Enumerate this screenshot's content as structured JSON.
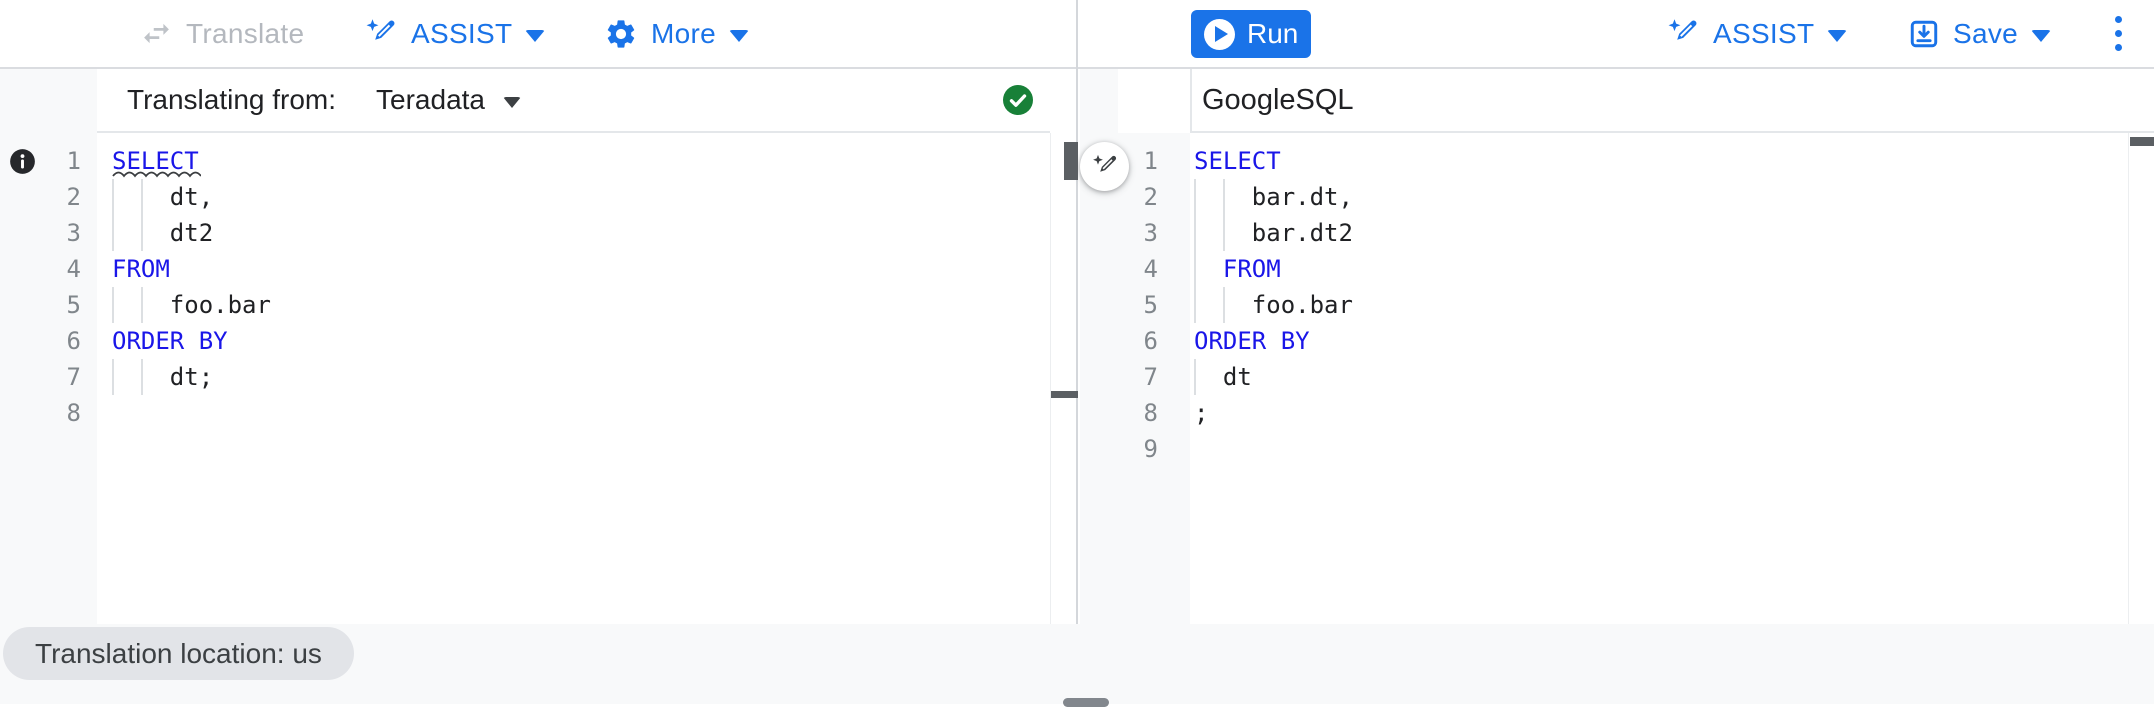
{
  "toolbar": {
    "translate_label": "Translate",
    "assist_label": "ASSIST",
    "more_label": "More",
    "run_label": "Run",
    "assist_right_label": "ASSIST",
    "save_label": "Save"
  },
  "left_panel": {
    "header_prefix": "Translating from:",
    "dialect": "Teradata",
    "status": "valid",
    "code": [
      {
        "num": "1",
        "text": "SELECT",
        "kw": true,
        "squiggle": true,
        "guides": []
      },
      {
        "num": "2",
        "text": "    dt,",
        "kw": false,
        "squiggle": false,
        "guides": [
          0,
          2
        ]
      },
      {
        "num": "3",
        "text": "    dt2",
        "kw": false,
        "squiggle": false,
        "guides": [
          0,
          2
        ]
      },
      {
        "num": "4",
        "text": "FROM",
        "kw": true,
        "squiggle": false,
        "guides": []
      },
      {
        "num": "5",
        "text": "    foo.bar",
        "kw": false,
        "squiggle": false,
        "guides": [
          0,
          2
        ]
      },
      {
        "num": "6",
        "text": "ORDER BY",
        "kw": true,
        "squiggle": false,
        "guides": []
      },
      {
        "num": "7",
        "text": "    dt;",
        "kw": false,
        "squiggle": false,
        "guides": [
          0,
          2
        ]
      },
      {
        "num": "8",
        "text": "",
        "kw": false,
        "squiggle": false,
        "guides": []
      }
    ]
  },
  "right_panel": {
    "header_label": "GoogleSQL",
    "code": [
      {
        "num": "1",
        "text": "SELECT",
        "kw": true,
        "squiggle": false,
        "guides": []
      },
      {
        "num": "2",
        "text": "    bar.dt,",
        "kw": false,
        "squiggle": false,
        "guides": [
          0,
          2
        ]
      },
      {
        "num": "3",
        "text": "    bar.dt2",
        "kw": false,
        "squiggle": false,
        "guides": [
          0,
          2
        ]
      },
      {
        "num": "4",
        "text": "  FROM",
        "kw": true,
        "squiggle": false,
        "guides": [
          0
        ]
      },
      {
        "num": "5",
        "text": "    foo.bar",
        "kw": false,
        "squiggle": false,
        "guides": [
          0,
          2
        ]
      },
      {
        "num": "6",
        "text": "ORDER BY",
        "kw": true,
        "squiggle": false,
        "guides": []
      },
      {
        "num": "7",
        "text": "  dt",
        "kw": false,
        "squiggle": false,
        "guides": [
          0
        ]
      },
      {
        "num": "8",
        "text": ";",
        "kw": false,
        "squiggle": false,
        "guides": []
      },
      {
        "num": "9",
        "text": "",
        "kw": false,
        "squiggle": false,
        "guides": []
      }
    ]
  },
  "footer": {
    "location_chip": "Translation location: us"
  },
  "colors": {
    "accent_blue": "#1a73e8",
    "keyword_blue": "#1a16e8",
    "success_green": "#188038",
    "text_dark": "#202124",
    "line_number_gray": "#80868b"
  }
}
